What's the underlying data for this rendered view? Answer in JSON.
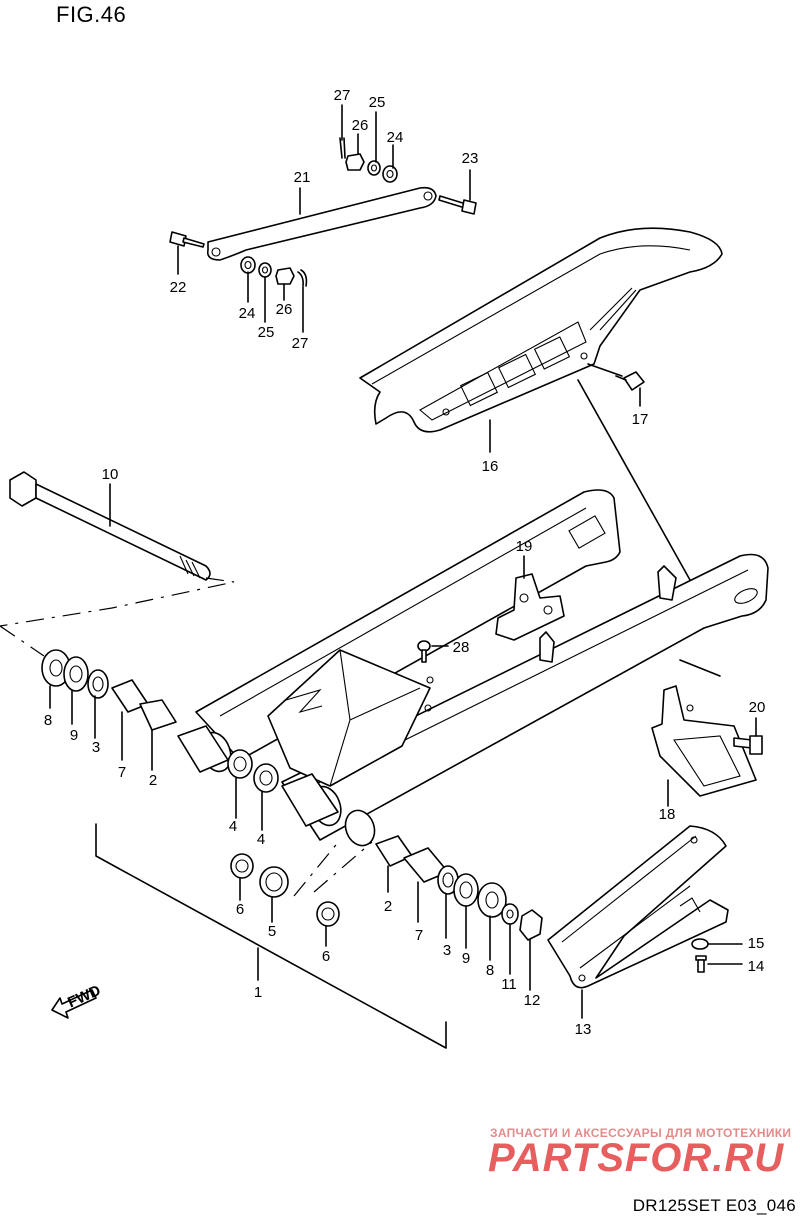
{
  "figure": {
    "title": "FIG.46",
    "code": "DR125SET E03_046"
  },
  "watermark": {
    "tagline": "ЗАПЧАСТИ И АКСЕССУАРЫ ДЛЯ МОТОТЕХНИКИ",
    "brand": "PARTSFOR.RU"
  },
  "fwd_label": "FWD",
  "callouts": [
    {
      "id": "c27a",
      "label": "27"
    },
    {
      "id": "c25a",
      "label": "25"
    },
    {
      "id": "c26a",
      "label": "26"
    },
    {
      "id": "c24a",
      "label": "24"
    },
    {
      "id": "c23",
      "label": "23"
    },
    {
      "id": "c21",
      "label": "21"
    },
    {
      "id": "c22",
      "label": "22"
    },
    {
      "id": "c24b",
      "label": "24"
    },
    {
      "id": "c25b",
      "label": "25"
    },
    {
      "id": "c26b",
      "label": "26"
    },
    {
      "id": "c27b",
      "label": "27"
    },
    {
      "id": "c17",
      "label": "17"
    },
    {
      "id": "c16",
      "label": "16"
    },
    {
      "id": "c10",
      "label": "10"
    },
    {
      "id": "c19",
      "label": "19"
    },
    {
      "id": "c28",
      "label": "28"
    },
    {
      "id": "c8a",
      "label": "8"
    },
    {
      "id": "c9a",
      "label": "9"
    },
    {
      "id": "c3a",
      "label": "3"
    },
    {
      "id": "c7a",
      "label": "7"
    },
    {
      "id": "c2a",
      "label": "2"
    },
    {
      "id": "c4a",
      "label": "4"
    },
    {
      "id": "c4b",
      "label": "4"
    },
    {
      "id": "c20",
      "label": "20"
    },
    {
      "id": "c18",
      "label": "18"
    },
    {
      "id": "c6a",
      "label": "6"
    },
    {
      "id": "c5",
      "label": "5"
    },
    {
      "id": "c6b",
      "label": "6"
    },
    {
      "id": "c2b",
      "label": "2"
    },
    {
      "id": "c7b",
      "label": "7"
    },
    {
      "id": "c3b",
      "label": "3"
    },
    {
      "id": "c9b",
      "label": "9"
    },
    {
      "id": "c8b",
      "label": "8"
    },
    {
      "id": "c11",
      "label": "11"
    },
    {
      "id": "c12",
      "label": "12"
    },
    {
      "id": "c15",
      "label": "15"
    },
    {
      "id": "c14",
      "label": "14"
    },
    {
      "id": "c13",
      "label": "13"
    },
    {
      "id": "c1",
      "label": "1"
    }
  ]
}
